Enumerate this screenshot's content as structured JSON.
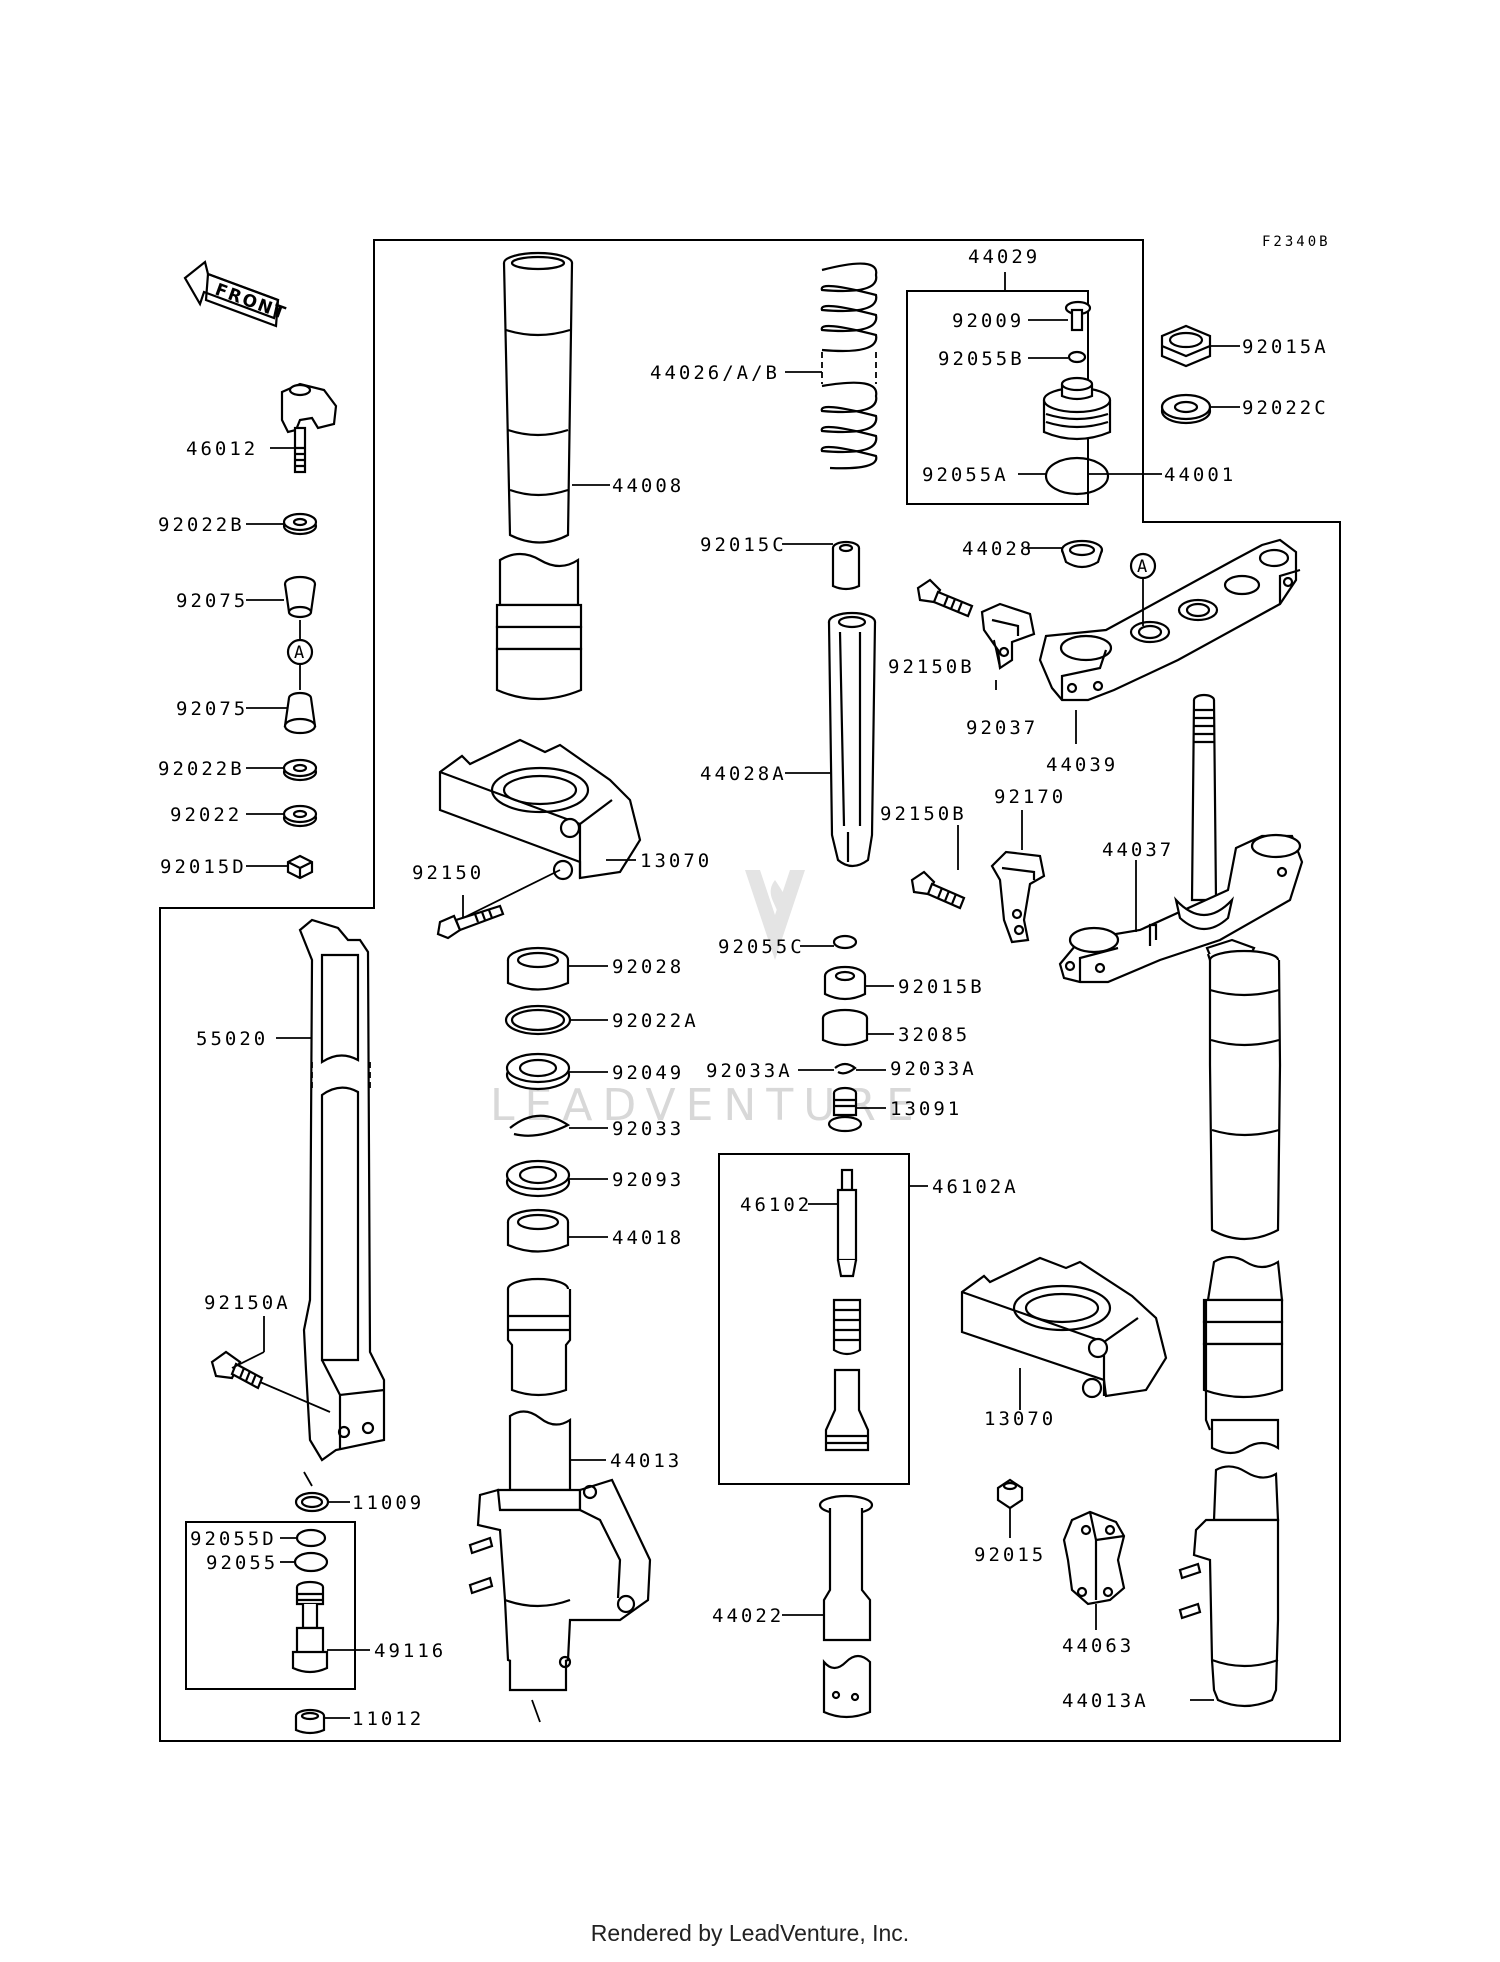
{
  "diagram_code": "F2340B",
  "front_label": "FRONT",
  "watermark": "LEADVENTURE",
  "footer": "Rendered by LeadVenture, Inc.",
  "ref_letter": "A",
  "part_labels": [
    {
      "id": "44029"
    },
    {
      "id": "92009"
    },
    {
      "id": "92055B"
    },
    {
      "id": "92055A"
    },
    {
      "id": "92015A"
    },
    {
      "id": "92022C"
    },
    {
      "id": "44001"
    },
    {
      "id": "44026/A/B"
    },
    {
      "id": "44008"
    },
    {
      "id": "46012"
    },
    {
      "id": "92022B"
    },
    {
      "id": "92075"
    },
    {
      "id": "92075"
    },
    {
      "id": "92022B"
    },
    {
      "id": "92022"
    },
    {
      "id": "92015D"
    },
    {
      "id": "92015C"
    },
    {
      "id": "44028"
    },
    {
      "id": "92150B"
    },
    {
      "id": "92037"
    },
    {
      "id": "44039"
    },
    {
      "id": "44028A"
    },
    {
      "id": "92170"
    },
    {
      "id": "92150B"
    },
    {
      "id": "44037"
    },
    {
      "id": "13070"
    },
    {
      "id": "92150"
    },
    {
      "id": "55020"
    },
    {
      "id": "92028"
    },
    {
      "id": "92022A"
    },
    {
      "id": "92049"
    },
    {
      "id": "92033"
    },
    {
      "id": "92093"
    },
    {
      "id": "44018"
    },
    {
      "id": "92055C"
    },
    {
      "id": "92015B"
    },
    {
      "id": "32085"
    },
    {
      "id": "92033A"
    },
    {
      "id": "92033A"
    },
    {
      "id": "13091"
    },
    {
      "id": "46102A"
    },
    {
      "id": "46102"
    },
    {
      "id": "13070"
    },
    {
      "id": "92150A"
    },
    {
      "id": "44013"
    },
    {
      "id": "11009"
    },
    {
      "id": "92055D"
    },
    {
      "id": "92055"
    },
    {
      "id": "49116"
    },
    {
      "id": "11012"
    },
    {
      "id": "44022"
    },
    {
      "id": "92015"
    },
    {
      "id": "44063"
    },
    {
      "id": "44013A"
    }
  ]
}
